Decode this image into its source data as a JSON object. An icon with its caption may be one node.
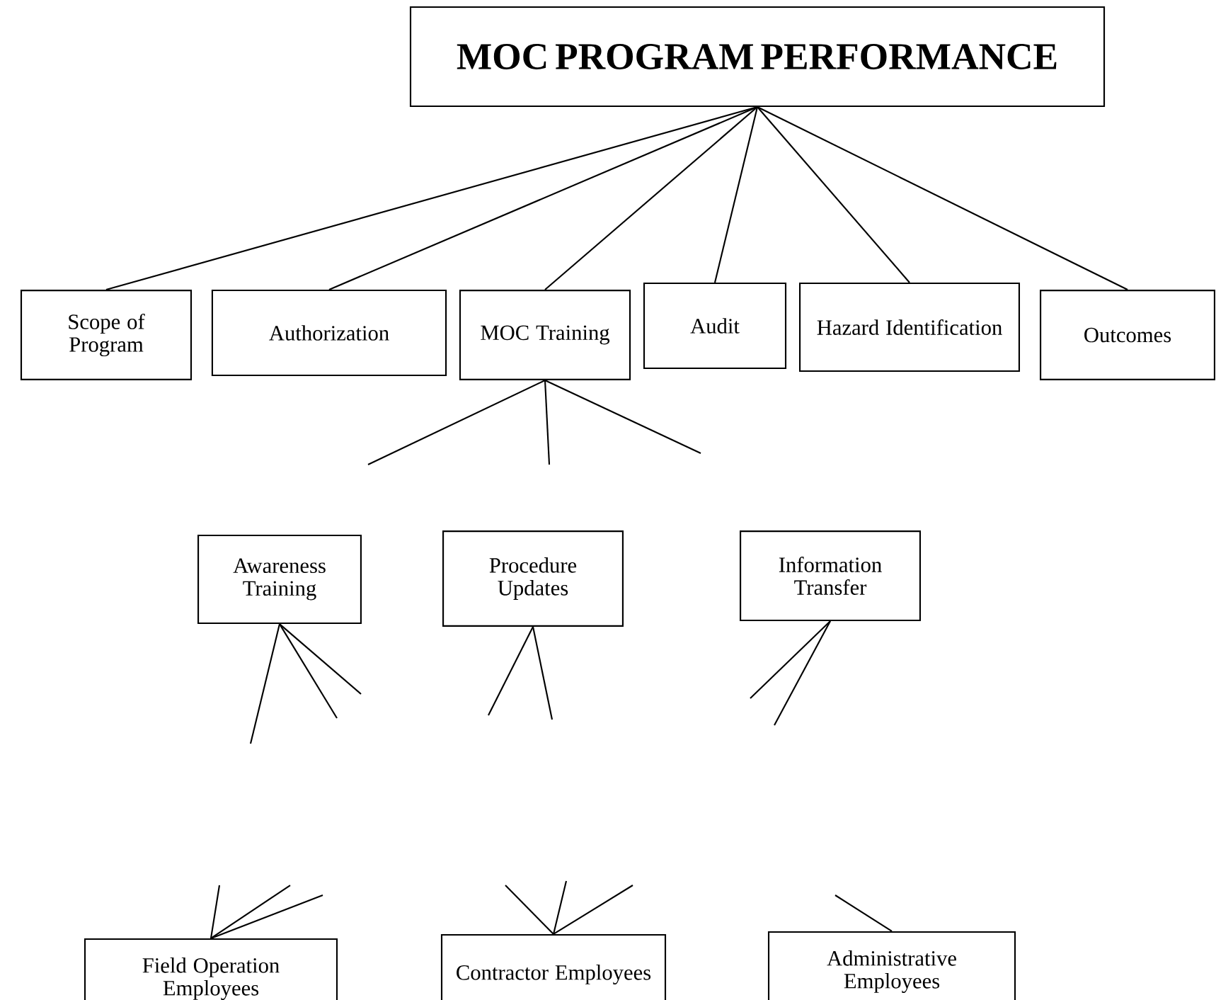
{
  "diagram": {
    "nodes": [
      {
        "text": [
          "MOC PROGRAM PERFORMANCE"
        ]
      },
      {
        "text": [
          "Scope of Program"
        ]
      },
      {
        "text": [
          "Authorization"
        ]
      },
      {
        "text": [
          "MOC Training"
        ]
      },
      {
        "text": [
          "Audit"
        ]
      },
      {
        "text": [
          "Hazard Identification"
        ]
      },
      {
        "text": [
          "Outcomes"
        ]
      },
      {
        "text": [
          "Awareness Training"
        ]
      },
      {
        "text": [
          "Procedure Updates"
        ]
      },
      {
        "text": [
          "Information Transfer"
        ]
      },
      {
        "text": [
          "Field Operation Employees"
        ]
      },
      {
        "text": [
          "Contractor Employees"
        ]
      },
      {
        "text": [
          "Administrative Employees"
        ]
      }
    ],
    "edges": [
      {
        "from": 0,
        "to": 1,
        "arrow": "none"
      },
      {
        "from": 0,
        "to": 2,
        "arrow": "none"
      },
      {
        "from": 0,
        "to": 3,
        "arrow": "none"
      },
      {
        "from": 0,
        "to": 4,
        "arrow": "none"
      },
      {
        "from": 0,
        "to": 5,
        "arrow": "none"
      },
      {
        "from": 0,
        "to": 6,
        "arrow": "none"
      },
      {
        "from": 3,
        "to": null,
        "arrow": "none"
      },
      {
        "from": 3,
        "to": null,
        "arrow": "none"
      },
      {
        "from": 3,
        "to": null,
        "arrow": "none"
      },
      {
        "from": 7,
        "to": null,
        "arrow": "none"
      },
      {
        "from": 7,
        "to": null,
        "arrow": "none"
      },
      {
        "from": 7,
        "to": null,
        "arrow": "none"
      },
      {
        "from": 8,
        "to": null,
        "arrow": "none"
      },
      {
        "from": 8,
        "to": null,
        "arrow": "none"
      },
      {
        "from": 9,
        "to": null,
        "arrow": "none"
      },
      {
        "from": 9,
        "to": null,
        "arrow": "none"
      },
      {
        "from": null,
        "to": 10,
        "arrow": "none"
      },
      {
        "from": null,
        "to": 10,
        "arrow": "none"
      },
      {
        "from": null,
        "to": 10,
        "arrow": "none"
      },
      {
        "from": null,
        "to": 11,
        "arrow": "none"
      },
      {
        "from": null,
        "to": 11,
        "arrow": "none"
      },
      {
        "from": null,
        "to": 11,
        "arrow": "none"
      },
      {
        "from": null,
        "to": 12,
        "arrow": "none"
      }
    ]
  }
}
